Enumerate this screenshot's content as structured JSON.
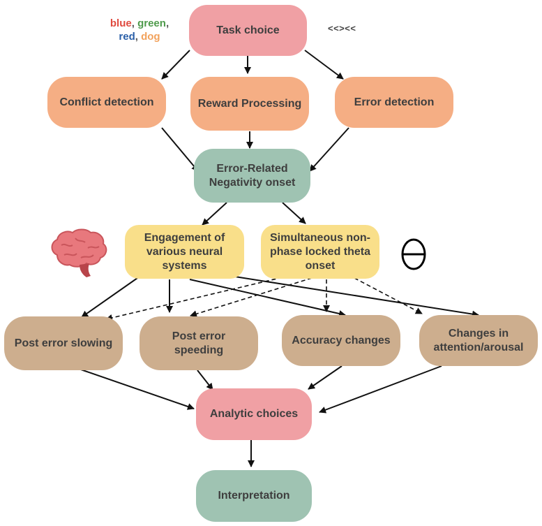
{
  "stimuli": {
    "stroop_words": [
      {
        "text": "blue",
        "color": "#e04a3f"
      },
      {
        "text": ", ",
        "color": "#555555"
      },
      {
        "text": "green",
        "color": "#4e9a4b"
      },
      {
        "text": ",",
        "color": "#555555"
      },
      {
        "text": "red",
        "color": "#2a5fa8"
      },
      {
        "text": ", ",
        "color": "#555555"
      },
      {
        "text": "dog",
        "color": "#f2a25c"
      }
    ],
    "flanker": "<<><<"
  },
  "nodes": {
    "task_choice": "Task choice",
    "conflict_detection": "Conflict detection",
    "reward_processing": "Reward Processing",
    "error_detection": "Error detection",
    "ern_onset": "Error-Related\nNegativity onset",
    "engagement": "Engagement of\nvarious neural\nsystems",
    "theta_onset": "Simultaneous non-\nphase locked theta\nonset",
    "post_error_slowing": "Post error slowing",
    "post_error_speeding": "Post error speeding",
    "accuracy_changes": "Accuracy changes",
    "attention_arousal": "Changes in\nattention/arousal",
    "analytic_choices": "Analytic choices",
    "interpretation": "Interpretation"
  },
  "icons": {
    "brain": "brain-icon",
    "theta": "theta-symbol-icon"
  },
  "colors": {
    "pink": "#f0a0a4",
    "orange": "#f5ae84",
    "teal": "#9fc3b2",
    "yellow": "#f9df8a",
    "brown": "#cdae8e",
    "brain": "#e8787d"
  }
}
